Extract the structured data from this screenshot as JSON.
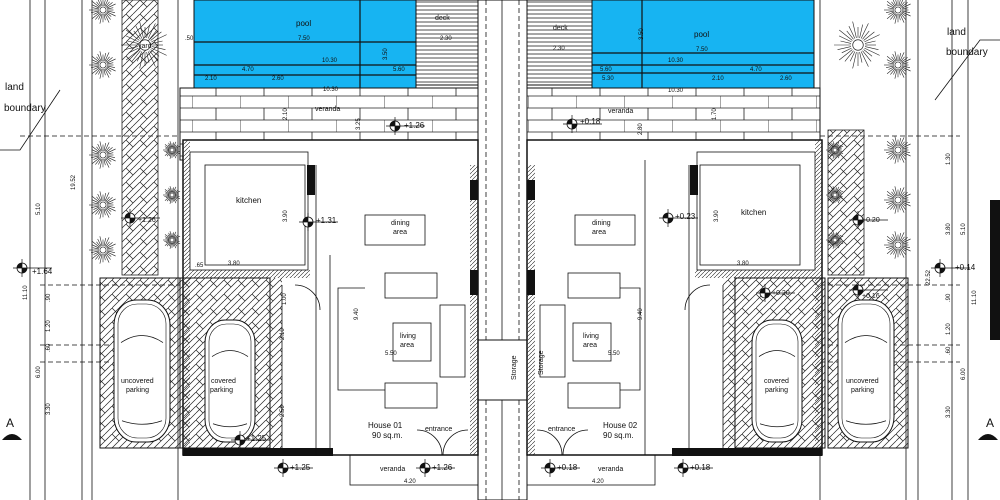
{
  "colors": {
    "pool": "#17b4f2",
    "line": "#111111",
    "background": "#ffffff"
  },
  "left": {
    "land_boundary": [
      "land",
      "boundary"
    ],
    "yard": "yard",
    "pool": {
      "label": "pool",
      "dims": [
        "7.50",
        "10.30",
        "4.70",
        "5.60",
        "3.50",
        ".50"
      ]
    },
    "deck": {
      "label": "deck",
      "dim": "2.30"
    },
    "veranda_dims": [
      "2.10",
      "2.60",
      "10.30",
      "2.10",
      "3.25"
    ],
    "veranda": "veranda",
    "level_veranda": "+1.26",
    "kitchen": "kitchen",
    "kitchen_dims": [
      "3.80",
      "3.90",
      ".65"
    ],
    "level_kitchen": "+1.31",
    "dining": [
      "dining",
      "area"
    ],
    "living": [
      "living",
      "area"
    ],
    "living_dims": [
      "5.50",
      "9.40"
    ],
    "house_name": "House 01",
    "house_area": "90 sq.m.",
    "entrance": "entrance",
    "front_veranda": "veranda",
    "level_front": "+1.26",
    "front_dim": "4.20",
    "level_parking": "+1.25",
    "level_garden": "+1.26",
    "level_side": "+1.64",
    "uncovered_parking": [
      "uncovered",
      "parking"
    ],
    "covered_parking": [
      "covered",
      "parking"
    ],
    "side_dims": [
      "19.52",
      "5.10",
      "11.10",
      ".90",
      "1.20",
      ".60",
      "6.00",
      "3.30",
      "1.00",
      "2.10",
      "2.50"
    ],
    "storage": "Storage",
    "section_mark": "A"
  },
  "right": {
    "land_boundary": [
      "land",
      "boundary"
    ],
    "pool": {
      "label": "pool",
      "dims": [
        "7.50",
        "10.30",
        "5.60",
        "4.70",
        "5.30",
        "2.10",
        "2.60",
        "3.50"
      ]
    },
    "deck": {
      "label": "deck",
      "dim": "2.30"
    },
    "veranda": "veranda",
    "veranda_dims": [
      "10.30",
      "1.70",
      "2.80"
    ],
    "level_veranda": "+0.18",
    "kitchen": "kitchen",
    "kitchen_dims": [
      "3.80",
      "3.90"
    ],
    "level_kitchen": "+0.23",
    "dining": [
      "dining",
      "area"
    ],
    "living": [
      "living",
      "area"
    ],
    "living_dims": [
      "5.50",
      "9.40"
    ],
    "house_name": "House 02",
    "house_area": "90 sq.m.",
    "entrance": "entrance",
    "front_veranda": "veranda",
    "level_front": "+0.18",
    "front_dim": "4.20",
    "level_parking": "+0.18",
    "level_garden": "+0.20",
    "level_drive": "+0.16",
    "level_side": "+0.14",
    "uncovered_parking": [
      "uncovered",
      "parking"
    ],
    "covered_parking": [
      "covered",
      "parking"
    ],
    "side_dims": [
      "22.52",
      "1.30",
      "5.10",
      "3.80",
      "11.10",
      ".90",
      "1.20",
      ".60",
      "6.00",
      "3.30"
    ],
    "storage": "Storage",
    "section_mark": "A"
  }
}
